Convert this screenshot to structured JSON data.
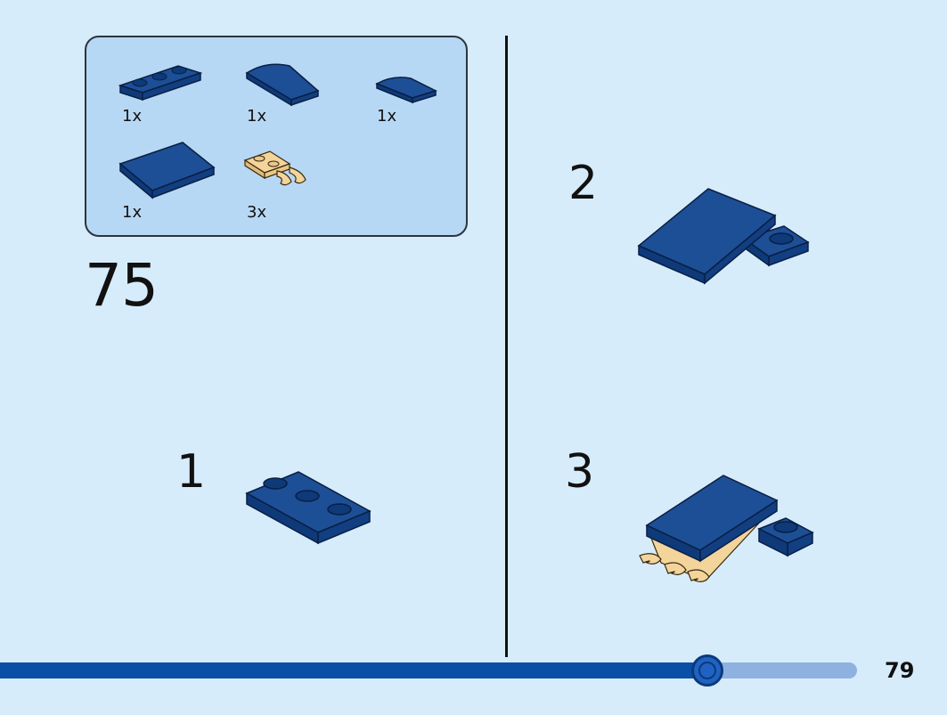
{
  "parts_list": [
    {
      "name": "plate-1x3-dark-blue",
      "qty": "1x"
    },
    {
      "name": "curved-slope-2x2-dark-blue",
      "qty": "1x"
    },
    {
      "name": "curved-slope-1x2-dark-blue",
      "qty": "1x"
    },
    {
      "name": "tile-2x3-dark-blue",
      "qty": "1x"
    },
    {
      "name": "plate-clip-tan",
      "qty": "3x"
    }
  ],
  "main_step": "75",
  "steps": [
    {
      "number": "1"
    },
    {
      "number": "2"
    },
    {
      "number": "3"
    }
  ],
  "progress": {
    "value": 0.825
  },
  "page_number": "79",
  "colors": {
    "background": "#d6ecfb",
    "parts_panel": "#b7d8f4",
    "brick_dark_blue": "#0e3a7a",
    "brick_tan": "#f3d49b",
    "progress_fill": "#0a4fa6",
    "progress_track": "#8fb1e0"
  }
}
